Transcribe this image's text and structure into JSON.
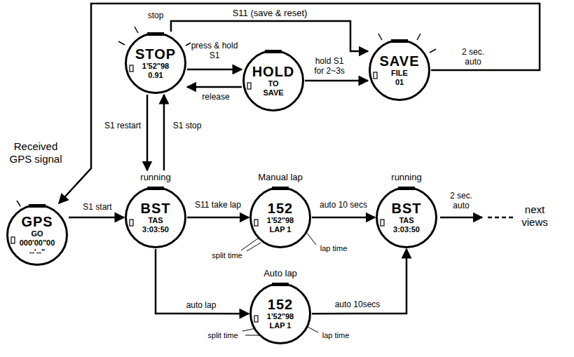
{
  "diagram": {
    "nodes": [
      {
        "text": [
          "STOP",
          "1'52\"98",
          "0.91"
        ]
      },
      {
        "text": [
          "HOLD",
          "TO",
          "SAVE"
        ]
      },
      {
        "text": [
          "SAVE",
          "FILE",
          "01"
        ]
      },
      {
        "text": [
          "GPS",
          "GO",
          "000'00\"00",
          "--'--\""
        ]
      },
      {
        "text": [
          "running",
          "BST",
          "TAS",
          "3:03:50"
        ]
      },
      {
        "text": [
          "Manual lap",
          "152",
          "1'52\"98",
          "LAP 1"
        ]
      },
      {
        "text": [
          "running",
          "BST",
          "TAS",
          "3:03:50"
        ]
      },
      {
        "text": [
          "Auto lap",
          "152",
          "1'52\"98",
          "LAP 1"
        ]
      }
    ],
    "edges": [
      {
        "from": 3,
        "to": 4,
        "label": "S1 start",
        "arrow": "to"
      },
      {
        "from": 4,
        "to": 0,
        "label": "S1 stop",
        "arrow": "to"
      },
      {
        "from": 0,
        "to": 4,
        "label": "S1 restart",
        "arrow": "to"
      },
      {
        "from": 0,
        "to": 1,
        "label": "press & hold S1",
        "arrow": "to"
      },
      {
        "from": 1,
        "to": 0,
        "label": "release",
        "arrow": "to"
      },
      {
        "from": 1,
        "to": 2,
        "label": "hold S1 for 2~3s",
        "arrow": "to"
      },
      {
        "from": 0,
        "to": 2,
        "label": "S11 (save & reset)",
        "arrow": "to"
      },
      {
        "from": 2,
        "to": 3,
        "label": "2 sec. auto",
        "arrow": "to"
      },
      {
        "from": 4,
        "to": 5,
        "label": "S11 take lap",
        "arrow": "to"
      },
      {
        "from": 5,
        "to": 6,
        "label": "auto 10 secs",
        "arrow": "to"
      },
      {
        "from": 4,
        "to": 7,
        "label": "auto lap",
        "arrow": "to"
      },
      {
        "from": 7,
        "to": 6,
        "label": "auto 10secs",
        "arrow": "to"
      }
    ],
    "labels": [
      "Received GPS signal",
      "stop",
      "split time",
      "lap time",
      "split time",
      "lap time",
      "2 sec. auto",
      "next views"
    ]
  }
}
